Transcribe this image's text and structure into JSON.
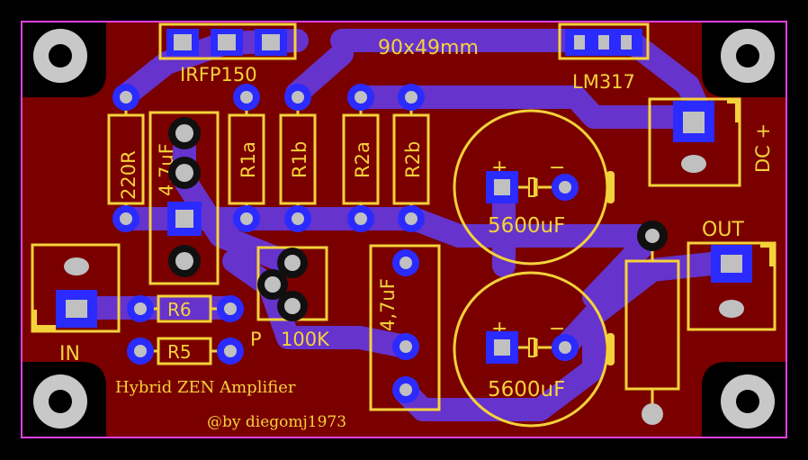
{
  "board": {
    "size_label": "90x49mm",
    "title": "Hybrid ZEN Amplifier",
    "credit": "@by diegomj1973"
  },
  "components": {
    "mosfet": "IRFP150",
    "regulator": "LM317",
    "r_220": "220R",
    "c_small_left": "4,7uF",
    "c_small_right": "4,7uF",
    "r1a": "R1a",
    "r1b": "R1b",
    "r2a": "R2a",
    "r2b": "R2b",
    "r6": "R6",
    "r5": "R5",
    "pot": "P",
    "pot_value": "100K",
    "cap_top": "5600uF",
    "cap_bottom": "5600uF",
    "plus_sign": "+",
    "minus_sign": "−"
  },
  "connectors": {
    "input": "IN",
    "output": "OUT",
    "dc": "DC +"
  },
  "colors": {
    "board": "#7a0000",
    "trace": "#6633cc",
    "silkscreen": "#f4d23a",
    "outline": "#e040e0",
    "pad_ring": "#2b2bff",
    "pad_hole": "#c0c0c0"
  }
}
